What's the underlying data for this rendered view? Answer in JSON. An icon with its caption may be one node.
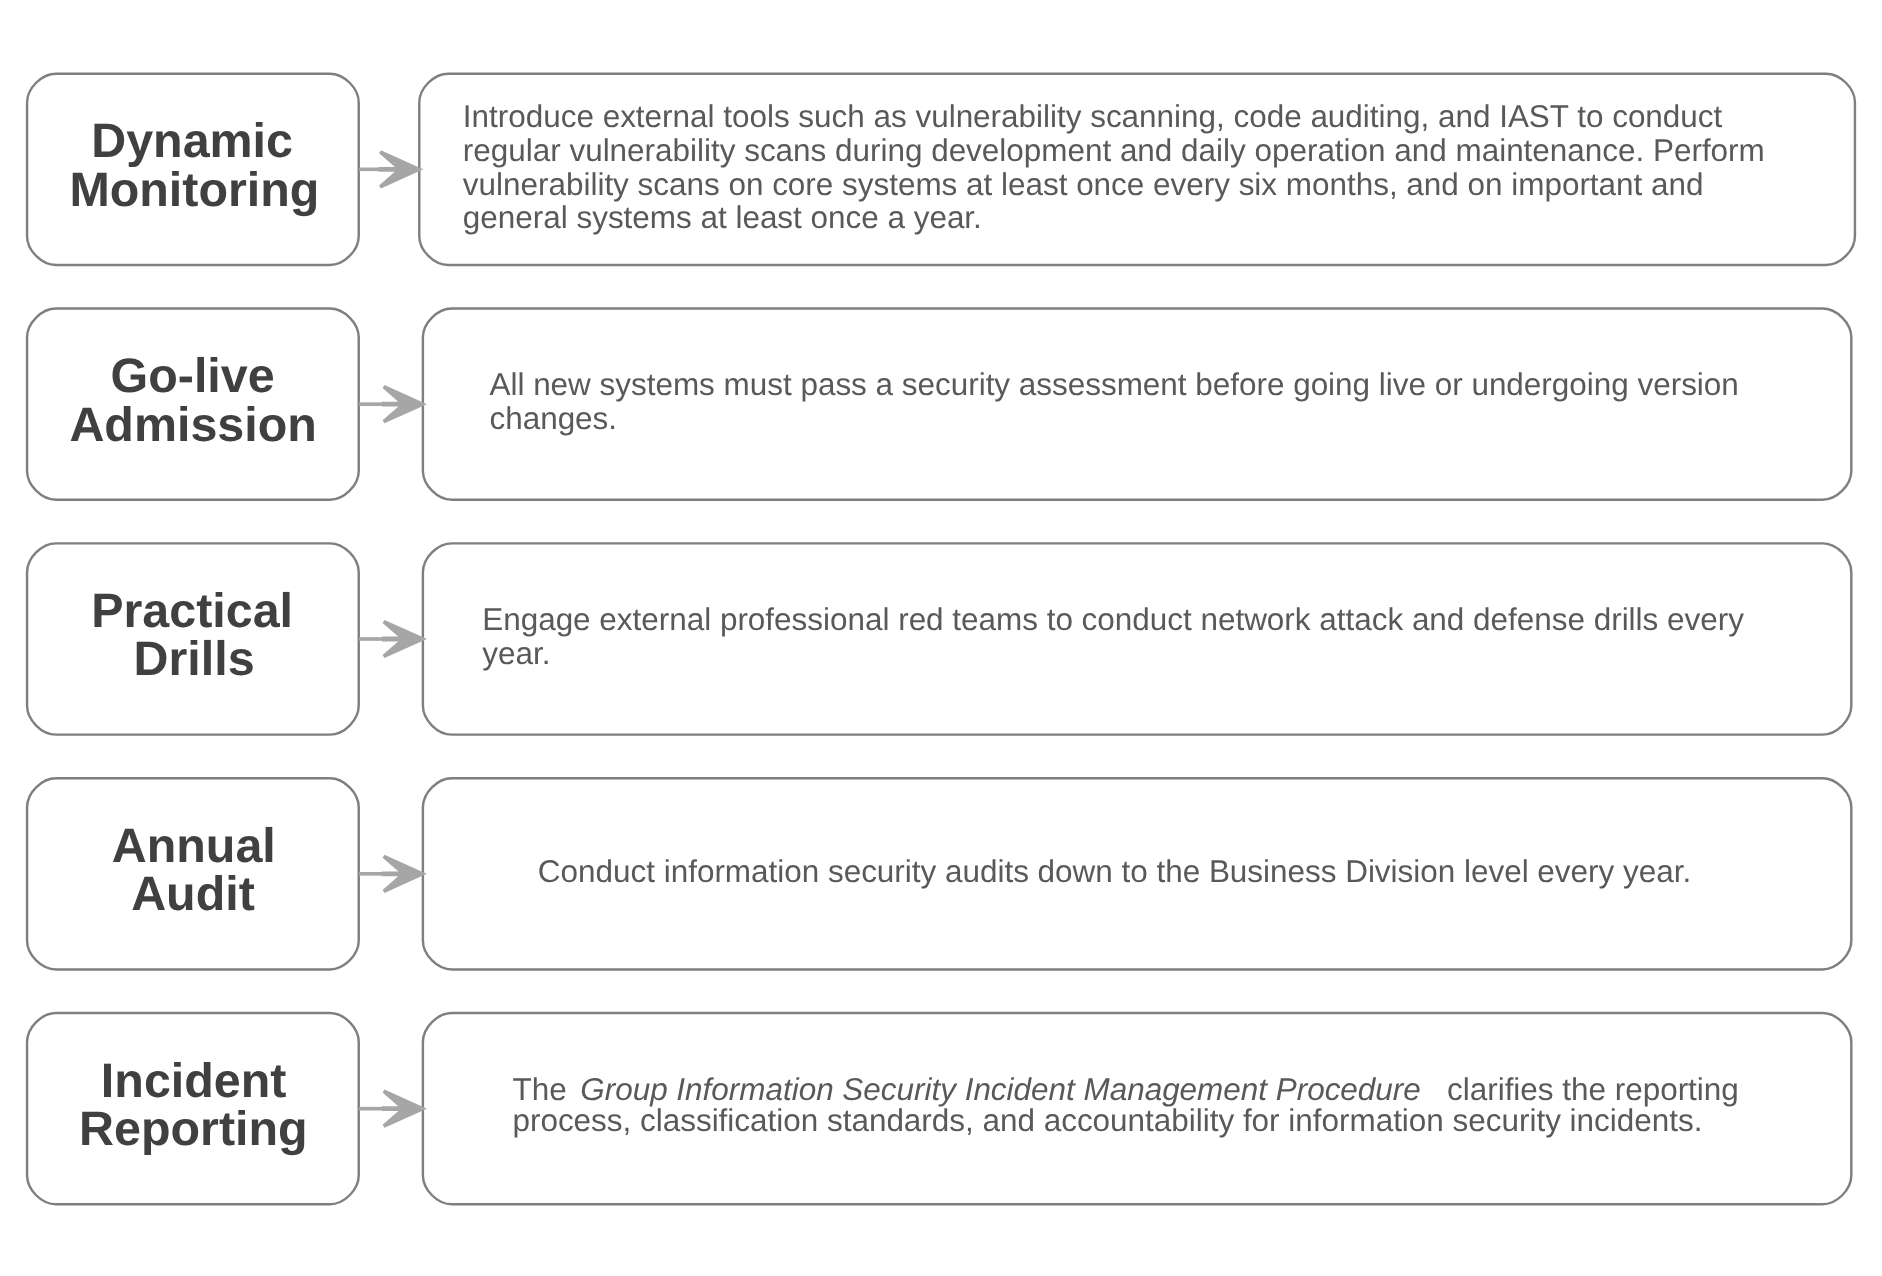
{
  "diagram": {
    "nodes": [
      {
        "text": [
          "Dynamic Monitoring"
        ]
      },
      {
        "text": [
          "Introduce external tools such as vulnerability scanning, code auditing, and IAST to conduct regular vulnerability scans during development and daily operation and maintenance. Perform vulnerability scans on core systems at least once every six months, and on important and general systems at least once a year."
        ]
      },
      {
        "text": [
          "Go-live Admission"
        ]
      },
      {
        "text": [
          "All new systems must pass a security assessment before going live or undergoing version changes."
        ]
      },
      {
        "text": [
          "Practical Drills"
        ]
      },
      {
        "text": [
          "Engage external professional red teams to conduct network attack and defense drills every year."
        ]
      },
      {
        "text": [
          "Annual Audit"
        ]
      },
      {
        "text": [
          "Conduct information security audits down to the Business Division level every year."
        ]
      },
      {
        "text": [
          "Incident Reporting"
        ]
      },
      {
        "text": [
          "The *Group Information Security Incident Management Procedure* clarifies the reporting process, classification standards, and accountability for information security incidents."
        ]
      }
    ],
    "edges": [
      {
        "from": 0,
        "to": 1,
        "arrow": "to"
      },
      {
        "from": 2,
        "to": 3,
        "arrow": "to"
      },
      {
        "from": 4,
        "to": 5,
        "arrow": "to"
      },
      {
        "from": 6,
        "to": 7,
        "arrow": "to"
      },
      {
        "from": 8,
        "to": 9,
        "arrow": "to"
      }
    ]
  }
}
